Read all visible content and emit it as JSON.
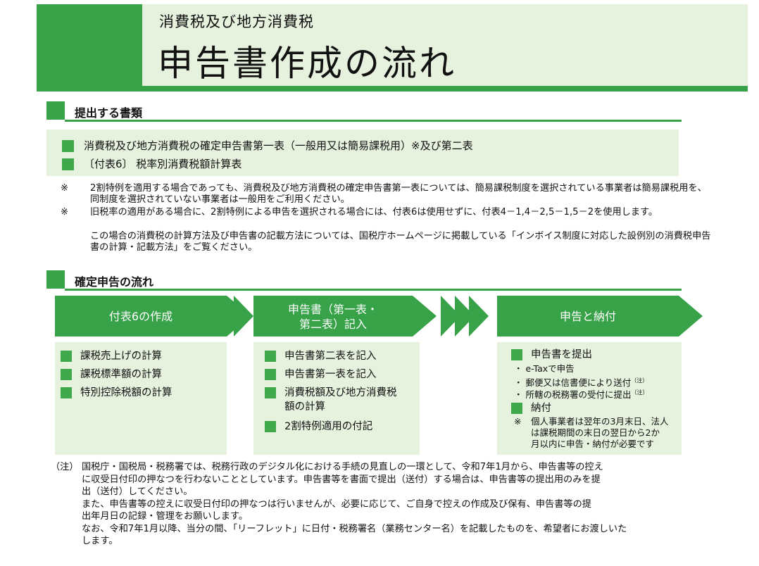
{
  "header": {
    "subtitle": "消費税及び地方消費税",
    "title": "申告書作成の流れ"
  },
  "documents": {
    "heading": "提出する書類",
    "items": [
      "消費税及び地方消費税の確定申告書第一表（一般用又は簡易課税用）※及び第二表",
      "〔付表6〕 税率別消費税額計算表"
    ],
    "notes": [
      {
        "mark": "※",
        "text": "2割特例を適用する場合であっても、消費税及び地方消費税の確定申告書第一表については、簡易課税制度を選択されている事業者は簡易課税用を、同制度を選択されていない事業者は一般用をご利用ください。"
      },
      {
        "mark": "※",
        "text": "旧税率の適用がある場合に、2割特例による申告を選択される場合には、付表6は使用せずに、付表4－1,4－2,5－1,5－2を使用します。"
      }
    ],
    "extra_note": "この場合の消費税の計算方法及び申告書の記載方法については、国税庁ホームページに掲載している「インボイス制度に対応した設例別の消費税申告書の計算・記載方法」をご覧ください。"
  },
  "flow": {
    "heading": "確定申告の流れ",
    "steps": [
      {
        "label_line1": "付表6の作成",
        "label_line2": ""
      },
      {
        "label_line1": "申告書（第一表・",
        "label_line2": "第二表）記入"
      },
      {
        "label_line1": "申告と納付",
        "label_line2": ""
      }
    ],
    "col1_items": [
      "課税売上げの計算",
      "課税標準額の計算",
      "特別控除税額の計算"
    ],
    "col2_items": [
      "申告書第二表を記入",
      "申告書第一表を記入",
      "消費税額及び地方消費税",
      "額の計算",
      "2割特例適用の付記"
    ],
    "col3": {
      "submit_label": "申告書を提出",
      "submit_methods": [
        "e-Taxで申告",
        "郵便又は信書便により送付",
        "所轄の税務署の受付に提出"
      ],
      "note_mark": "（注）",
      "pay_label": "納付",
      "pay_note_mark": "※",
      "pay_note": [
        "個人事業者は翌年の3月末日、法人",
        "は課税期間の末日の翌日から2か",
        "月以内に申告・納付が必要です"
      ]
    }
  },
  "footnote": {
    "mark": "（注）",
    "lines": [
      "国税庁・国税局・税務署では、税務行政のデジタル化における手続の見直しの一環として、令和7年1月から、申告書等の控え",
      "に収受日付印の押なつを行わないこととしています。申告書等を書面で提出（送付）する場合は、申告書等の提出用のみを提",
      "出（送付）してください。",
      "また、申告書等の控えに収受日付印の押なつは行いませんが、必要に応じて、ご自身で控えの作成及び保有、申告書等の提",
      "出年月日の記録・管理をお願いします。",
      "なお、令和7年1月以降、当分の間、「リーフレット」に日付・税務署名（業務センター名）を記載したものを、希望者にお渡しいた",
      "します。"
    ]
  },
  "colors": {
    "accent": "#37a247",
    "light": "#e6f1de"
  }
}
